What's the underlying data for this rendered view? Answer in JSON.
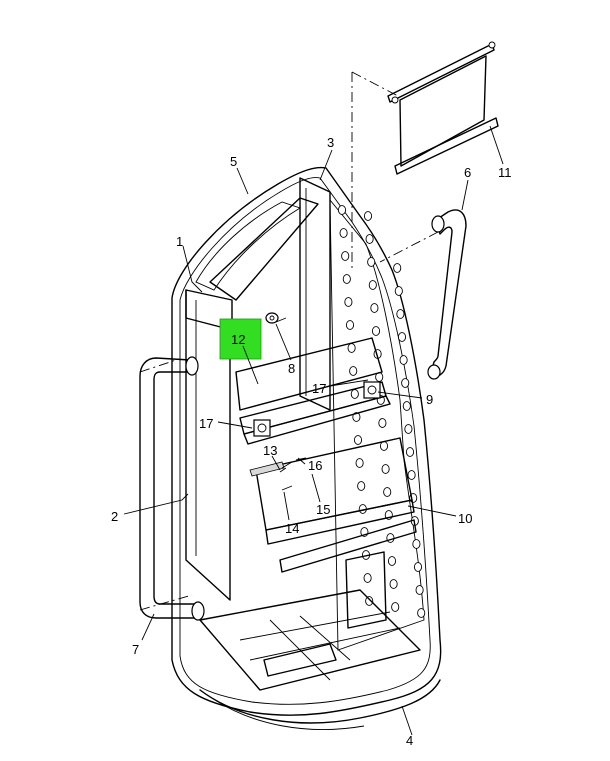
{
  "diagram": {
    "highlight_color": "#33dd22",
    "highlighted_callout": "12",
    "callouts": [
      {
        "id": "c1",
        "label": "1"
      },
      {
        "id": "c2",
        "label": "2"
      },
      {
        "id": "c3",
        "label": "3"
      },
      {
        "id": "c4",
        "label": "4"
      },
      {
        "id": "c5",
        "label": "5"
      },
      {
        "id": "c6",
        "label": "6"
      },
      {
        "id": "c7",
        "label": "7"
      },
      {
        "id": "c8",
        "label": "8"
      },
      {
        "id": "c9",
        "label": "9"
      },
      {
        "id": "c10",
        "label": "10"
      },
      {
        "id": "c11",
        "label": "11"
      },
      {
        "id": "c12",
        "label": "12"
      },
      {
        "id": "c13",
        "label": "13"
      },
      {
        "id": "c14",
        "label": "14"
      },
      {
        "id": "c15",
        "label": "15"
      },
      {
        "id": "c16",
        "label": "16"
      },
      {
        "id": "c17a",
        "label": "17"
      },
      {
        "id": "c17b",
        "label": "17"
      }
    ]
  }
}
